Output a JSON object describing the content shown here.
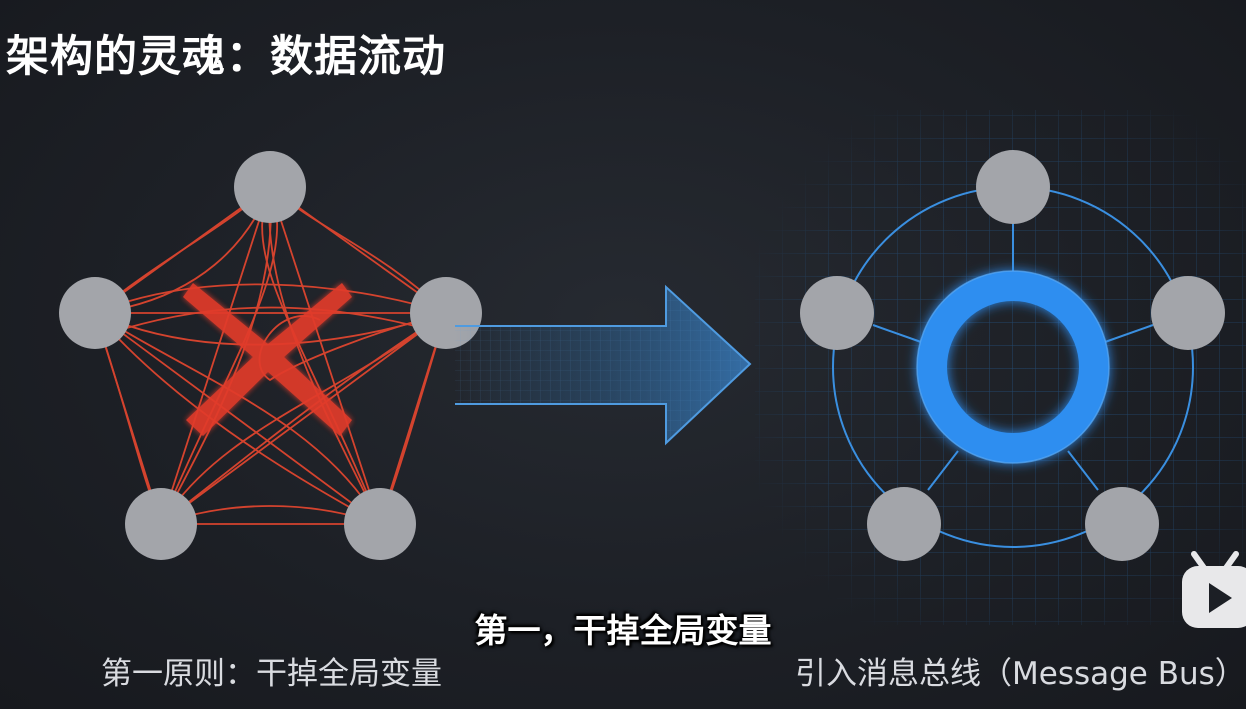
{
  "title": "架构的灵魂：数据流动",
  "left_caption": "第一原则：干掉全局变量",
  "right_caption": "引入消息总线（Message Bus）",
  "subtitle": "第一，干掉全局变量",
  "colors": {
    "background": "#1c1f25",
    "node_gray": "#a3a5aa",
    "mesh_red": "#e8472f",
    "cross_red": "#e23b2a",
    "bus_blue": "#2f8ef0",
    "line_blue": "#3a8fe0",
    "grid_blue": "#1f4a73",
    "arrow_blue": "#2f6ea8"
  },
  "icons": {
    "cross": "x-mark-icon",
    "arrow": "right-arrow-icon",
    "logo": "bilibili-tv-icon"
  }
}
